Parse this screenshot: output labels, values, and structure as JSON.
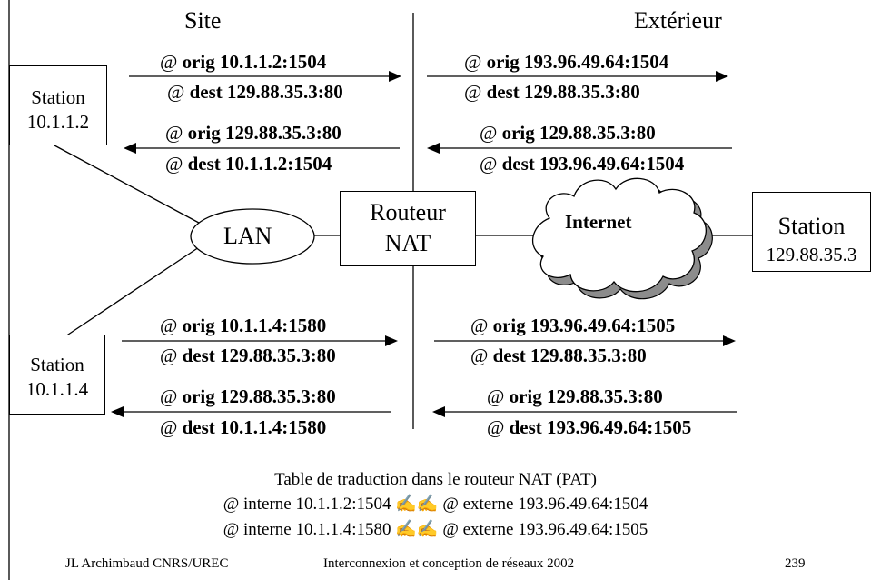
{
  "headers": {
    "site": "Site",
    "exterieur": "Extérieur"
  },
  "station1": {
    "label": "Station",
    "ip": "10.1.1.2"
  },
  "station2": {
    "label": "Station",
    "ip": "10.1.1.4"
  },
  "station_ext": {
    "label": "Station",
    "ip": "129.88.35.3"
  },
  "lan": "LAN",
  "router": {
    "line1": "Routeur",
    "line2": "NAT"
  },
  "internet": "Internet",
  "packets": {
    "p1_in_out": {
      "orig_prefix": "@ ",
      "orig": "orig 10.1.1.2:1504",
      "dest_prefix": "@ ",
      "dest": "dest 129.88.35.3:80"
    },
    "p1_ext_out": {
      "orig_prefix": "@ ",
      "orig": "orig 193.96.49.64:1504",
      "dest_prefix": "@ ",
      "dest": "dest 129.88.35.3:80"
    },
    "p1_in_back": {
      "orig_prefix": "@ ",
      "orig": "orig 129.88.35.3:80",
      "dest_prefix": "@ ",
      "dest": "dest 10.1.1.2:1504"
    },
    "p1_ext_back": {
      "orig_prefix": "@ ",
      "orig": "orig 129.88.35.3:80",
      "dest_prefix": "@ ",
      "dest": "dest 193.96.49.64:1504"
    },
    "p2_in_out": {
      "orig_prefix": "@ ",
      "orig": "orig 10.1.1.4:1580",
      "dest_prefix": "@ ",
      "dest": "dest 129.88.35.3:80"
    },
    "p2_ext_out": {
      "orig_prefix": "@ ",
      "orig": "orig 193.96.49.64:1505",
      "dest_prefix": "@ ",
      "dest": "dest 129.88.35.3:80"
    },
    "p2_in_back": {
      "orig_prefix": "@ ",
      "orig": "orig 129.88.35.3:80",
      "dest_prefix": "@ ",
      "dest": "dest 10.1.1.4:1580"
    },
    "p2_ext_back": {
      "orig_prefix": "@ ",
      "orig": "orig 129.88.35.3:80",
      "dest_prefix": "@ ",
      "dest": "dest 193.96.49.64:1505"
    }
  },
  "table": {
    "title": "Table de traduction dans le routeur NAT (PAT)",
    "row1": "@ interne 10.1.1.2:1504 ✍✍ @ externe 193.96.49.64:1504",
    "row2": "@ interne 10.1.1.4:1580 ✍✍ @ externe 193.96.49.64:1505"
  },
  "footer": {
    "author": "JL Archimbaud CNRS/UREC",
    "course": "Interconnexion et conception de réseaux 2002",
    "page": "239"
  }
}
